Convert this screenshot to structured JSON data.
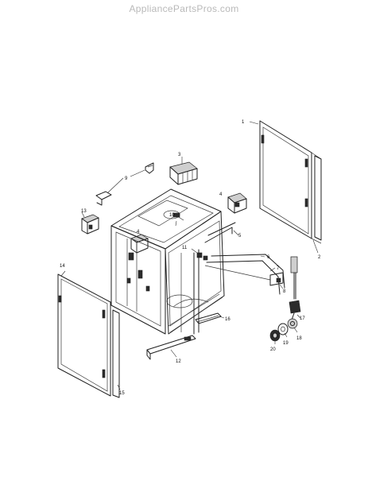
{
  "site": {
    "watermark": "AppliancePartsPros.com"
  },
  "callouts": [
    "1",
    "2",
    "3",
    "4",
    "4",
    "5",
    "6",
    "7",
    "8",
    "9",
    "10",
    "11",
    "12",
    "13",
    "14",
    "15",
    "16",
    "17",
    "18",
    "19",
    "20"
  ]
}
